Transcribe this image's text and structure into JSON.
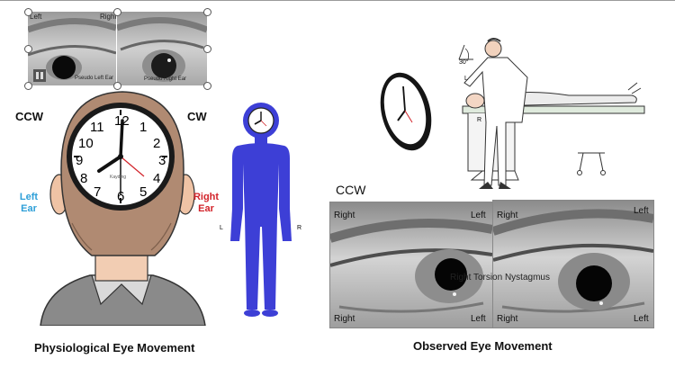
{
  "top_left_eyes": {
    "left_panel": {
      "corner_left": "Left",
      "corner_right": "Right",
      "caption": "Pseudo Left Ear"
    },
    "right_panel": {
      "caption": "Pseudo Right Ear"
    }
  },
  "physiological": {
    "ccw_label": "CCW",
    "cw_label": "CW",
    "left_ear_label": "Left\nEar",
    "right_ear_label": "Right\nEar",
    "clock_numbers": [
      "12",
      "1",
      "2",
      "3",
      "4",
      "5",
      "6",
      "7",
      "8",
      "9",
      "10",
      "11"
    ],
    "clock_brand": "Kayding",
    "figure_left_mark": "L",
    "figure_right_mark": "R",
    "caption": "Physiological Eye Movement"
  },
  "observed": {
    "angle_label": "30°",
    "table_mark_l": "L",
    "table_mark_r": "R",
    "ccw_label": "CCW",
    "left_photo": {
      "top_left": "Right",
      "top_right": "Left",
      "bottom_left": "Right",
      "bottom_right": "Left"
    },
    "right_photo": {
      "top_left": "Right",
      "top_right": "Left",
      "bottom_left": "Right",
      "bottom_right": "Left"
    },
    "overlay_text": "Right Torsion Nystagmus",
    "caption": "Observed Eye Movement"
  },
  "colors": {
    "left_ear": "#2e9fd8",
    "right_ear": "#d2232a",
    "figure": "#3d3fd6",
    "second_hand": "#d2232a"
  }
}
